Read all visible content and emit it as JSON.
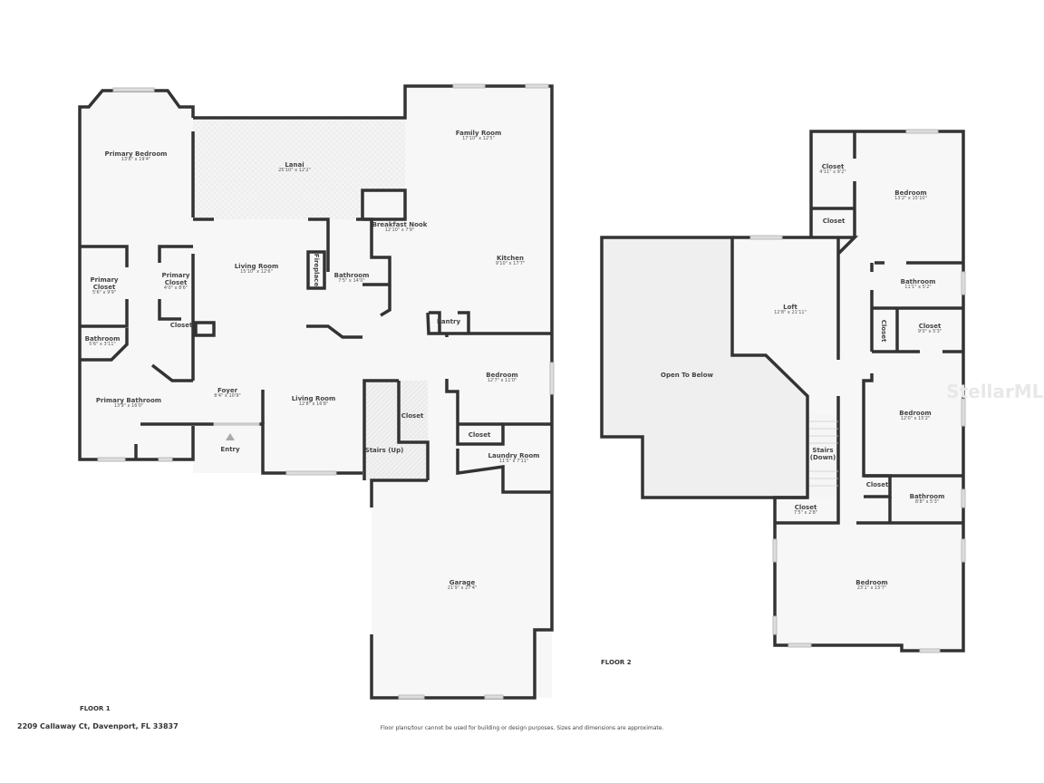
{
  "floor1": {
    "label": "FLOOR 1",
    "rooms": [
      {
        "name": "Primary Bedroom",
        "dims": "13'8\" x 19'4\""
      },
      {
        "name": "Lanai",
        "dims": "25'10\" x 12'2\""
      },
      {
        "name": "Family Room",
        "dims": "17'10\" x 12'5\""
      },
      {
        "name": "Breakfast Nook",
        "dims": "12'10\" x 7'9\""
      },
      {
        "name": "Kitchen",
        "dims": "9'10\" x 17'7\""
      },
      {
        "name": "Living Room",
        "dims": "15'10\" x 12'6\""
      },
      {
        "name": "Bathroom",
        "dims": "7'5\" x 14'0\""
      },
      {
        "name": "Primary Closet",
        "dims": "5'6\" x 9'9\""
      },
      {
        "name": "Primary Closet",
        "dims": "4'0\" x 8'6\""
      },
      {
        "name": "Bathroom",
        "dims": "5'6\" x 3'11\""
      },
      {
        "name": "Bedroom",
        "dims": "12'7\" x 11'0\""
      },
      {
        "name": "Primary Bathroom",
        "dims": "13'9\" x 16'0\""
      },
      {
        "name": "Foyer",
        "dims": "8'4\" x 10'9\""
      },
      {
        "name": "Living Room",
        "dims": "12'8\" x 16'8\""
      },
      {
        "name": "Laundry Room",
        "dims": "11'5\" x 7'11\""
      },
      {
        "name": "Garage",
        "dims": "21'9\" x 27'4\""
      }
    ],
    "fixtures": {
      "fireplace": "Fireplace",
      "closet_a": "Closet",
      "pantry": "Pantry",
      "closet_b": "Closet",
      "closet_c": "Closet",
      "stairs": "Stairs (Up)",
      "entry": "Entry"
    }
  },
  "floor2": {
    "label": "FLOOR 2",
    "rooms": [
      {
        "name": "Closet",
        "dims": "4'11\" x 9'2\""
      },
      {
        "name": "Bedroom",
        "dims": "13'2\" x 15'10\""
      },
      {
        "name": "Loft",
        "dims": "12'8\" x 21'11\""
      },
      {
        "name": "Bathroom",
        "dims": "11'1\" x 5'2\""
      },
      {
        "name": "Closet",
        "dims": "9'0\" x 5'3\""
      },
      {
        "name": "Bedroom",
        "dims": "12'0\" x 15'2\""
      },
      {
        "name": "Bathroom",
        "dims": "8'8\" x 5'3\""
      },
      {
        "name": "Closet",
        "dims": "7'5\" x 2'8\""
      },
      {
        "name": "Bedroom",
        "dims": "23'1\" x 15'7\""
      }
    ],
    "fixtures": {
      "closet_a": "Closet",
      "closet_b": "Closet",
      "closet_c": "Closet",
      "open": "Open To Below",
      "stairs": "Stairs (Down)"
    }
  },
  "address": "2209 Callaway Ct, Davenport, FL 33837",
  "disclaimer": "Floor plans/tour cannot be used for building or design purposes. Sizes and dimensions are approximate.",
  "watermark": "StellarMLS",
  "colors": {
    "wall": "#333333",
    "floor": "#f7f7f7",
    "open": "#efefef"
  }
}
